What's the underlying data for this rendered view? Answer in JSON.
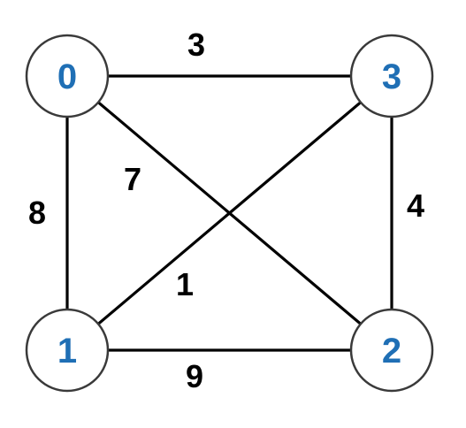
{
  "colors": {
    "node_label": "#1f6fb5",
    "edge": "#000000",
    "node_stroke": "#3a3a3a",
    "node_fill": "#ffffff"
  },
  "nodes": [
    {
      "id": "0",
      "label": "0"
    },
    {
      "id": "1",
      "label": "1"
    },
    {
      "id": "2",
      "label": "2"
    },
    {
      "id": "3",
      "label": "3"
    }
  ],
  "edges": [
    {
      "from": "0",
      "to": "3",
      "weight": "3"
    },
    {
      "from": "0",
      "to": "1",
      "weight": "8"
    },
    {
      "from": "0",
      "to": "2",
      "weight": "7"
    },
    {
      "from": "3",
      "to": "1",
      "weight": "1"
    },
    {
      "from": "3",
      "to": "2",
      "weight": "4"
    },
    {
      "from": "1",
      "to": "2",
      "weight": "9"
    }
  ]
}
